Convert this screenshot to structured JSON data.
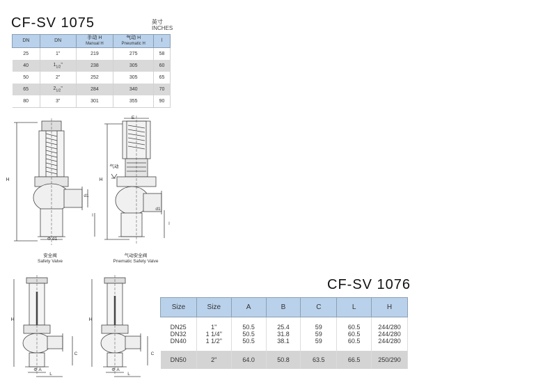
{
  "model1": {
    "title": "CF-SV 1075",
    "units_cn": "英寸",
    "units_en": "INCHES",
    "headers": [
      {
        "main": "DN",
        "sub": ""
      },
      {
        "main": "DN",
        "sub": ""
      },
      {
        "main": "手动 H",
        "sub": "Manual H"
      },
      {
        "main": "气动 H",
        "sub": "Pneumatic H"
      },
      {
        "main": "l",
        "sub": ""
      }
    ],
    "rows": [
      {
        "dn": "25",
        "inch_main": "1\"",
        "inch_sub": "",
        "inch_end": "",
        "manual_h": "219",
        "pneumatic_h": "275",
        "l": "58"
      },
      {
        "dn": "40",
        "inch_main": "1",
        "inch_sub": "1/2",
        "inch_end": "\"",
        "manual_h": "238",
        "pneumatic_h": "305",
        "l": "60"
      },
      {
        "dn": "50",
        "inch_main": "2\"",
        "inch_sub": "",
        "inch_end": "",
        "manual_h": "252",
        "pneumatic_h": "305",
        "l": "65"
      },
      {
        "dn": "65",
        "inch_main": "2",
        "inch_sub": "1/2",
        "inch_end": "\"",
        "manual_h": "284",
        "pneumatic_h": "340",
        "l": "70"
      },
      {
        "dn": "80",
        "inch_main": "3\"",
        "inch_sub": "",
        "inch_end": "",
        "manual_h": "301",
        "pneumatic_h": "355",
        "l": "90"
      }
    ]
  },
  "drawings": {
    "safety_valve_cn": "安全阀",
    "safety_valve_en": "Safety Valve",
    "pneumatic_cn": "气动安全阀",
    "pneumatic_en": "Pnematic Safety Valve",
    "dim_h": "H",
    "dim_d1": "Φ d1",
    "dim_d1b": "d1",
    "dim_l": "l",
    "dim_e": "E",
    "air_label": "气动",
    "dim_a": "Φ A",
    "dim_c": "C",
    "dim_big_l": "L"
  },
  "model2": {
    "title": "CF-SV 1076",
    "headers": [
      "Size",
      "Size",
      "A",
      "B",
      "C",
      "L",
      "H"
    ],
    "group1": {
      "size": [
        "DN25",
        "DN32",
        "DN40"
      ],
      "inch": [
        "1\"",
        "1 1/4\"",
        "1 1/2\""
      ],
      "a": [
        "50.5",
        "50.5",
        "50.5"
      ],
      "b": [
        "25.4",
        "31.8",
        "38.1"
      ],
      "c": [
        "59",
        "59",
        "59"
      ],
      "l": [
        "60.5",
        "60.5",
        "60.5"
      ],
      "h": [
        "244/280",
        "244/280",
        "244/280"
      ]
    },
    "group2": {
      "size": "DN50",
      "inch": "2\"",
      "a": "64.0",
      "b": "50.8",
      "c": "63.5",
      "l": "66.5",
      "h": "250/290"
    }
  }
}
